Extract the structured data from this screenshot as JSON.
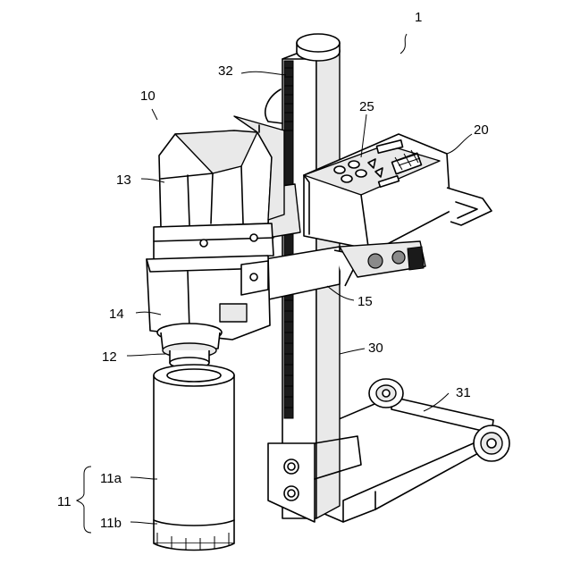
{
  "labels": {
    "ref_1": "1",
    "ref_10": "10",
    "ref_11": "11",
    "ref_11a": "11a",
    "ref_11b": "11b",
    "ref_12": "12",
    "ref_13": "13",
    "ref_14": "14",
    "ref_15": "15",
    "ref_20": "20",
    "ref_25": "25",
    "ref_30": "30",
    "ref_31": "31",
    "ref_32": "32"
  }
}
